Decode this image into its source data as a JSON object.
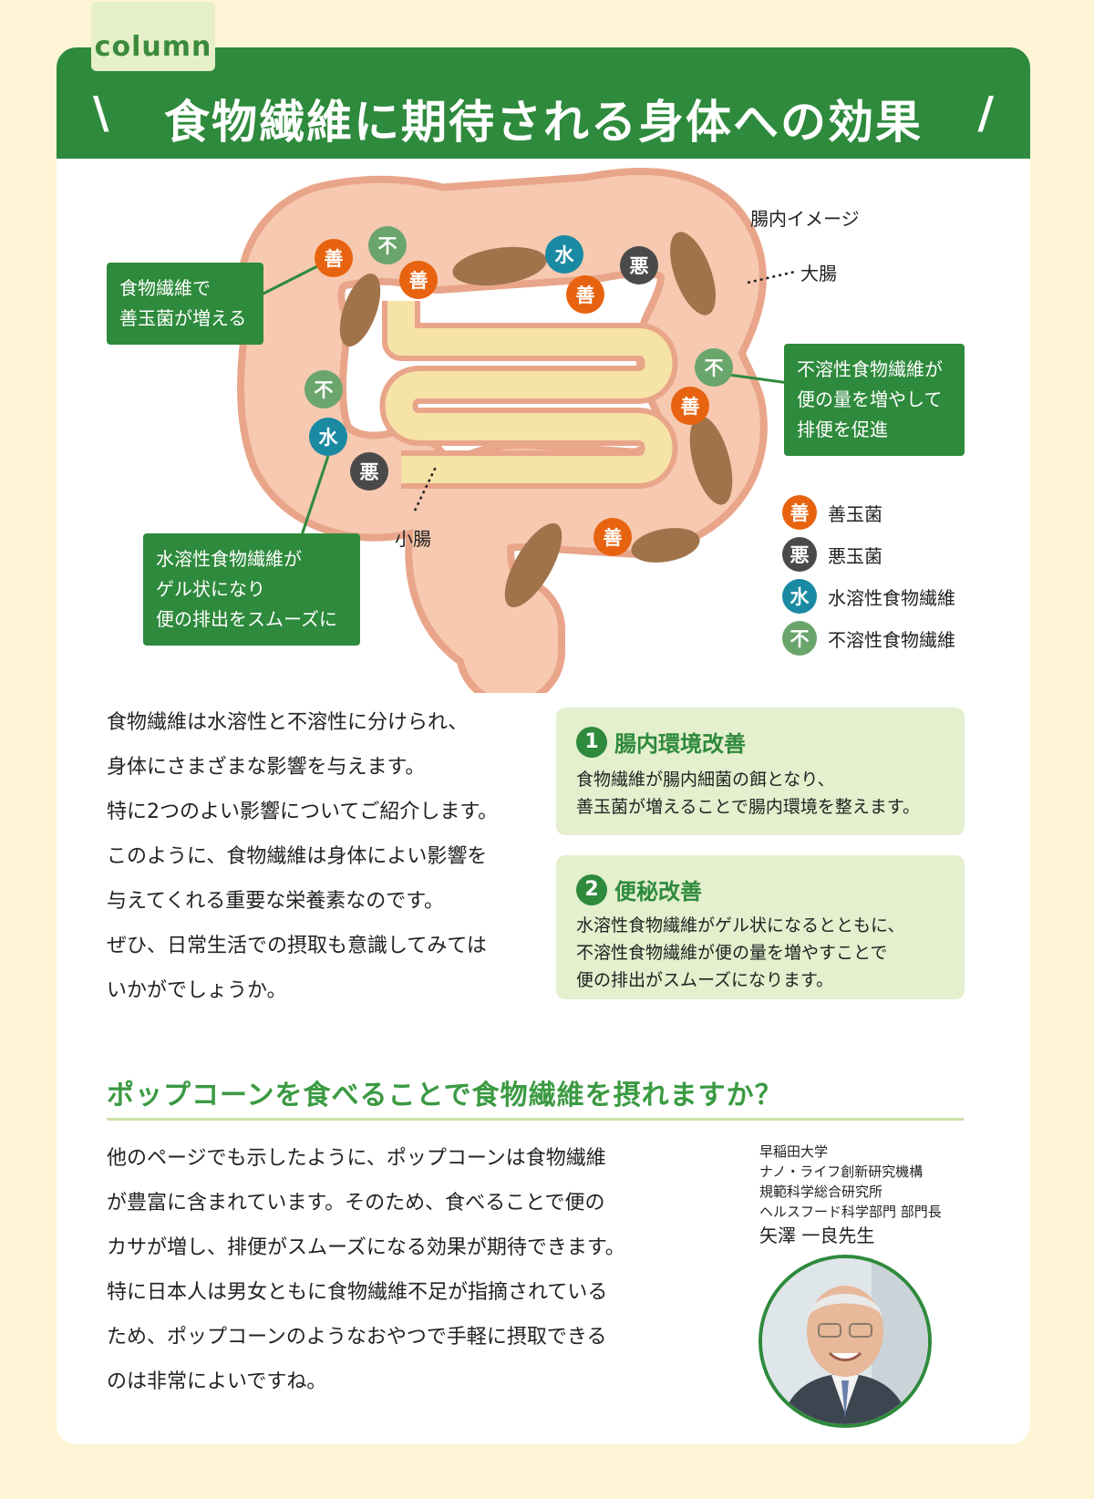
{
  "header": {
    "tag": "column",
    "title": "食物繊維に期待される身体への効果"
  },
  "diagram": {
    "image_label": "腸内イメージ",
    "large_intestine_label": "大腸",
    "small_intestine_label": "小腸",
    "callout_good": [
      "食物繊維で",
      "善玉菌が増える"
    ],
    "callout_insoluble": [
      "不溶性食物繊維が",
      "便の量を増やして",
      "排便を促進"
    ],
    "callout_soluble": [
      "水溶性食物繊維が",
      "ゲル状になり",
      "便の排出をスムーズに"
    ],
    "badges": {
      "good": "善",
      "bad": "悪",
      "soluble": "水",
      "insoluble": "不"
    },
    "legend": [
      {
        "glyph": "善",
        "text": "善玉菌",
        "color": "#e8630f"
      },
      {
        "glyph": "悪",
        "text": "悪玉菌",
        "color": "#4a4a4a"
      },
      {
        "glyph": "水",
        "text": "水溶性食物繊維",
        "color": "#1a8aa3"
      },
      {
        "glyph": "不",
        "text": "不溶性食物繊維",
        "color": "#6aa56c"
      }
    ]
  },
  "intro": [
    "食物繊維は水溶性と不溶性に分けられ、",
    "身体にさまざまな影響を与えます。",
    "特に2つのよい影響についてご紹介します。",
    "このように、食物繊維は身体によい影響を",
    "与えてくれる重要な栄養素なのです。",
    "ぜひ、日常生活での摂取も意識してみては",
    "いかがでしょうか。"
  ],
  "boxes": [
    {
      "num": "1",
      "title": "腸内環境改善",
      "lines": [
        "食物繊維が腸内細菌の餌となり、",
        "善玉菌が増えることで腸内環境を整えます。"
      ]
    },
    {
      "num": "2",
      "title": "便秘改善",
      "lines": [
        "水溶性食物繊維がゲル状になるとともに、",
        "不溶性食物繊維が便の量を増やすことで",
        "便の排出がスムーズになります。"
      ]
    }
  ],
  "question": {
    "title": "ポップコーンを食べることで食物繊維を摂れますか？",
    "answer": [
      "他のページでも示したように、ポップコーンは食物繊維",
      "が豊富に含まれています。そのため、食べることで便の",
      "カサが増し、排便がスムーズになる効果が期待できます。",
      "特に日本人は男女ともに食物繊維不足が指摘されている",
      "ため、ポップコーンのようなおやつで手軽に摂取できる",
      "のは非常によいですね。"
    ]
  },
  "expert": {
    "affiliation": [
      "早稲田大学",
      "ナノ・ライフ創新研究機構",
      "規範科学総合研究所",
      "ヘルスフード科学部門 部門長"
    ],
    "name": "矢澤 一良先生"
  },
  "colors": {
    "green": "#2e8a3c",
    "light_green": "#e3efcd",
    "cream": "#fdf5d6",
    "good": "#e8630f",
    "bad": "#4a4a4a",
    "soluble": "#1a8aa3",
    "insoluble": "#6aa56c"
  }
}
